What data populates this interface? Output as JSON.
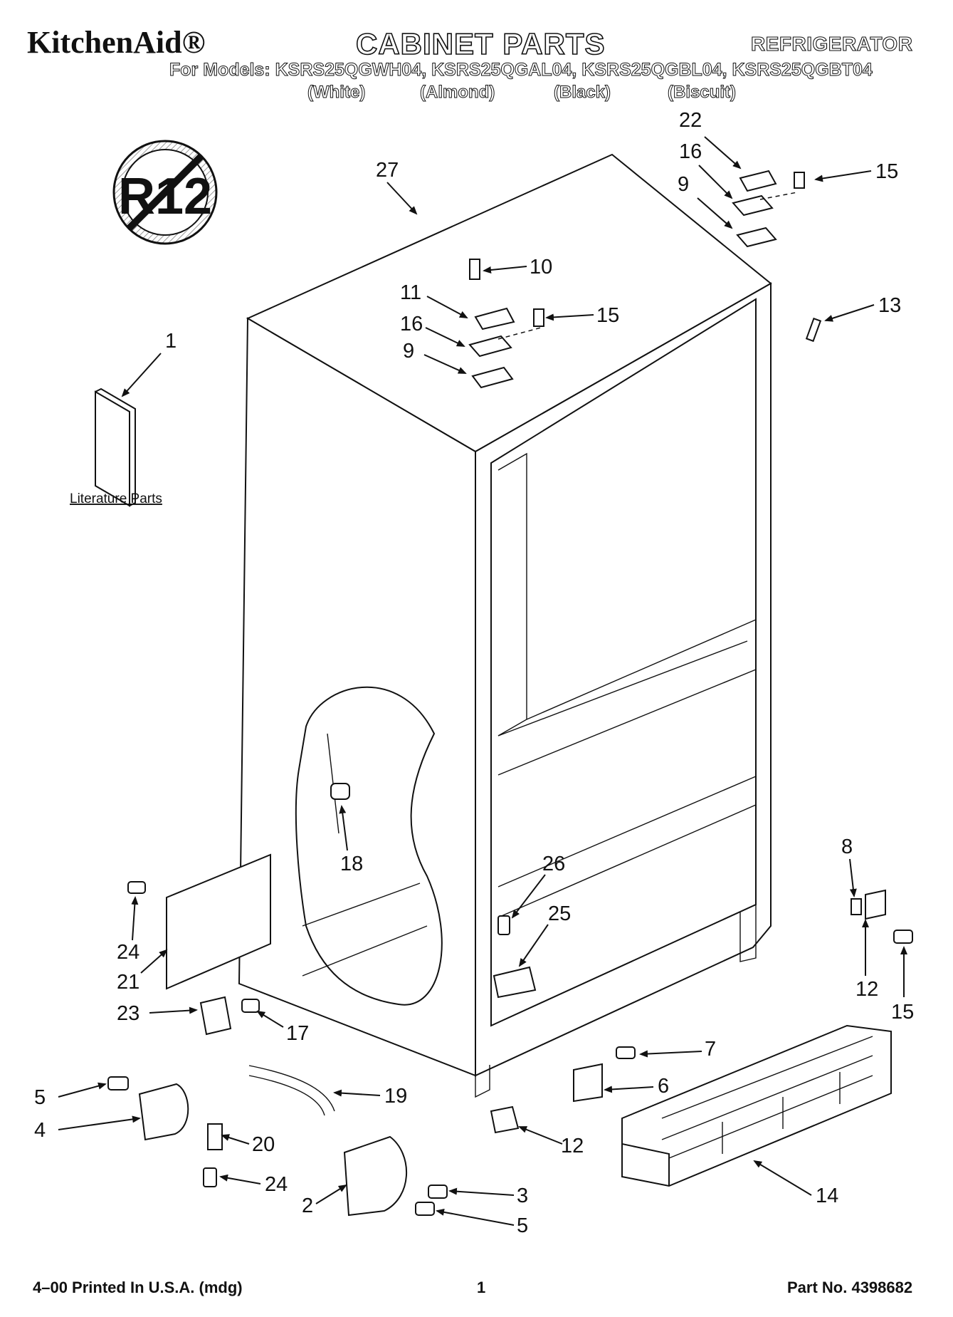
{
  "header": {
    "brand": "KitchenAid®",
    "title": "CABINET PARTS",
    "product": "REFRIGERATOR",
    "models_line": "For Models: KSRS25QGWH04, KSRS25QGAL04, KSRS25QGBL04, KSRS25QGBT04",
    "colors": [
      "(White)",
      "(Almond)",
      "(Black)",
      "(Biscuit)"
    ]
  },
  "badge": {
    "text": "R12"
  },
  "literature_label": "Literature Parts",
  "callouts": {
    "c27": "27",
    "c22": "22",
    "c16a": "16",
    "c15a": "15",
    "c9a": "9",
    "c10": "10",
    "c11": "11",
    "c16b": "16",
    "c15b": "15",
    "c9b": "9",
    "c13": "13",
    "c1": "1",
    "c18": "18",
    "c26": "26",
    "c25": "25",
    "c8": "8",
    "c24a": "24",
    "c21": "21",
    "c23": "23",
    "c17": "17",
    "c12a": "12",
    "c15c": "15",
    "c7": "7",
    "c6": "6",
    "c5a": "5",
    "c4": "4",
    "c19": "19",
    "c20": "20",
    "c24b": "24",
    "c12b": "12",
    "c14": "14",
    "c2": "2",
    "c3": "3",
    "c5b": "5"
  },
  "footer": {
    "left": "4–00 Printed In U.S.A. (mdg)",
    "center": "1",
    "right": "Part No. 4398682"
  }
}
